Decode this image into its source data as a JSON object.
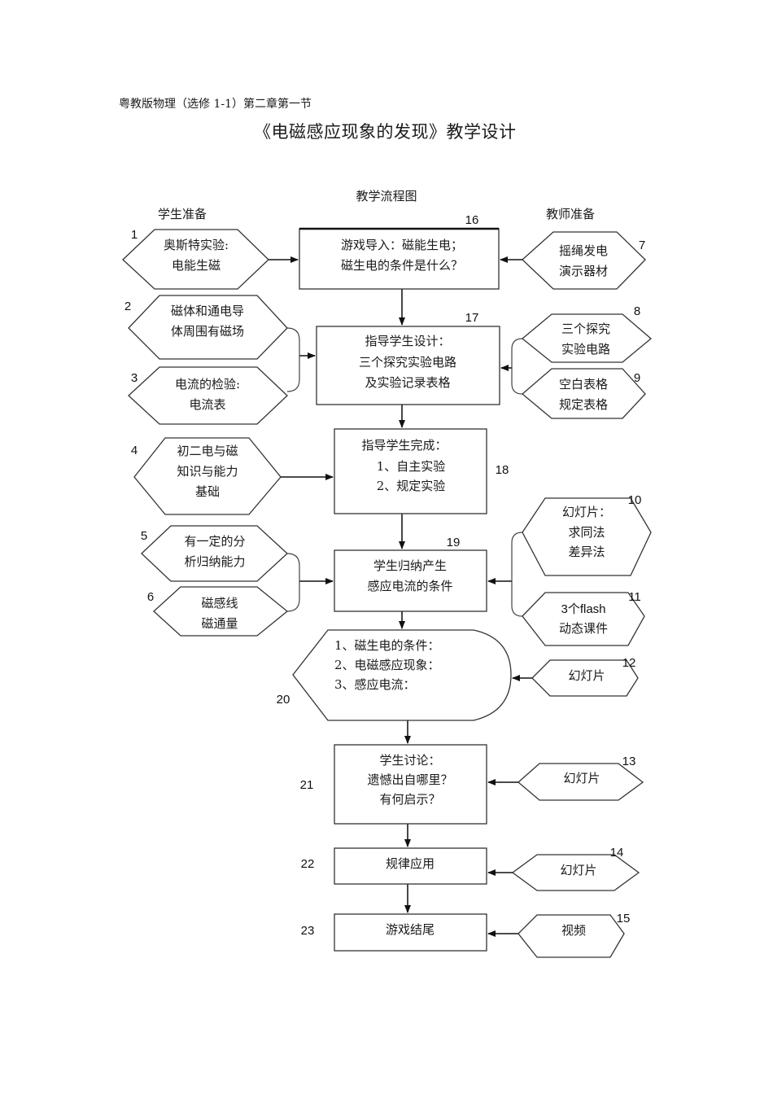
{
  "document": {
    "subtitle": "粤教版物理（选修 1-1）第二章第一节",
    "title": "《电磁感应现象的发现》教学设计"
  },
  "flowchart": {
    "title": "教学流程图",
    "student_column_header": "学生准备",
    "teacher_column_header": "教师准备",
    "student_prep": [
      {
        "num": "1",
        "lines": [
          "奥斯特实验:",
          "电能生磁"
        ]
      },
      {
        "num": "2",
        "lines": [
          "磁体和通电导",
          "体周围有磁场"
        ]
      },
      {
        "num": "3",
        "lines": [
          "电流的检验:",
          "电流表"
        ]
      },
      {
        "num": "4",
        "lines": [
          "初二电与磁",
          "知识与能力",
          "基础"
        ]
      },
      {
        "num": "5",
        "lines": [
          "有一定的分",
          "析归纳能力"
        ]
      },
      {
        "num": "6",
        "lines": [
          "磁感线",
          "磁通量"
        ]
      }
    ],
    "teacher_prep": [
      {
        "num": "7",
        "lines": [
          "摇绳发电",
          "演示器材"
        ]
      },
      {
        "num": "8",
        "lines": [
          "三个探究",
          "实验电路"
        ]
      },
      {
        "num": "9",
        "lines": [
          "空白表格",
          "规定表格"
        ]
      },
      {
        "num": "10",
        "lines": [
          "幻灯片：",
          "求同法",
          "差异法"
        ]
      },
      {
        "num": "11",
        "lines": [
          "3个flash",
          "动态课件"
        ]
      },
      {
        "num": "12",
        "lines": [
          "幻灯片"
        ]
      },
      {
        "num": "13",
        "lines": [
          "幻灯片"
        ]
      },
      {
        "num": "14",
        "lines": [
          "幻灯片"
        ]
      },
      {
        "num": "15",
        "lines": [
          "视频"
        ]
      }
    ],
    "steps": [
      {
        "num": "16",
        "lines": [
          "游戏导入：磁能生电；",
          "磁生电的条件是什么？"
        ]
      },
      {
        "num": "17",
        "lines": [
          "指导学生设计：",
          "三个探究实验电路",
          "及实验记录表格"
        ]
      },
      {
        "num": "18",
        "lines": [
          "指导学生完成：",
          "1、自主实验",
          "2、规定实验"
        ]
      },
      {
        "num": "19",
        "lines": [
          "学生归纳产生",
          "感应电流的条件"
        ]
      },
      {
        "num": "20",
        "lines": [
          "1、磁生电的条件：",
          "2、电磁感应现象：",
          "3、感应电流："
        ]
      },
      {
        "num": "21",
        "lines": [
          "学生讨论：",
          "遗憾出自哪里？",
          "有何启示？"
        ]
      },
      {
        "num": "22",
        "lines": [
          "规律应用"
        ]
      },
      {
        "num": "23",
        "lines": [
          "游戏结尾"
        ]
      }
    ]
  }
}
